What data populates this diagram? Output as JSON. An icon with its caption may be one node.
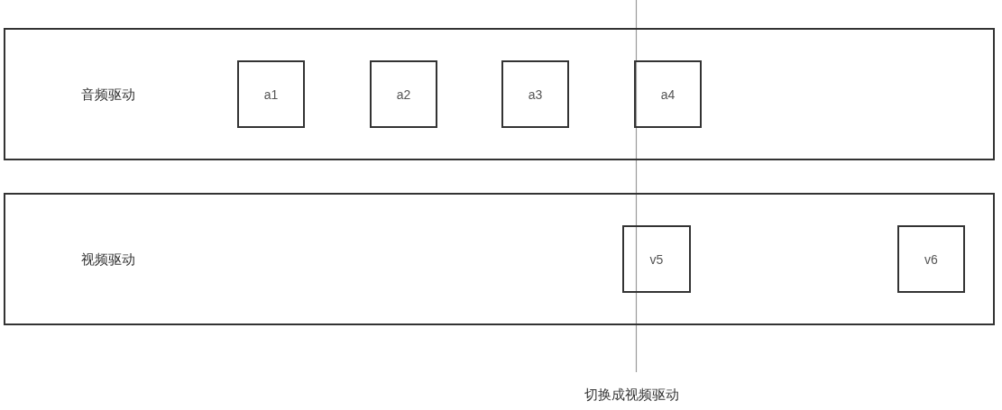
{
  "diagram": {
    "nodes": [
      {
        "text": [
          "音频驱动"
        ]
      },
      {
        "text": [
          "a1"
        ],
        "in": 0
      },
      {
        "text": [
          "a2"
        ],
        "in": 0
      },
      {
        "text": [
          "a3"
        ],
        "in": 0
      },
      {
        "text": [
          "a4"
        ],
        "in": 0
      },
      {
        "text": [
          "视频驱动"
        ]
      },
      {
        "text": [
          "v5"
        ],
        "in": 5
      },
      {
        "text": [
          "v6"
        ],
        "in": 5
      }
    ],
    "labels": [
      "切换成视频驱动"
    ]
  }
}
